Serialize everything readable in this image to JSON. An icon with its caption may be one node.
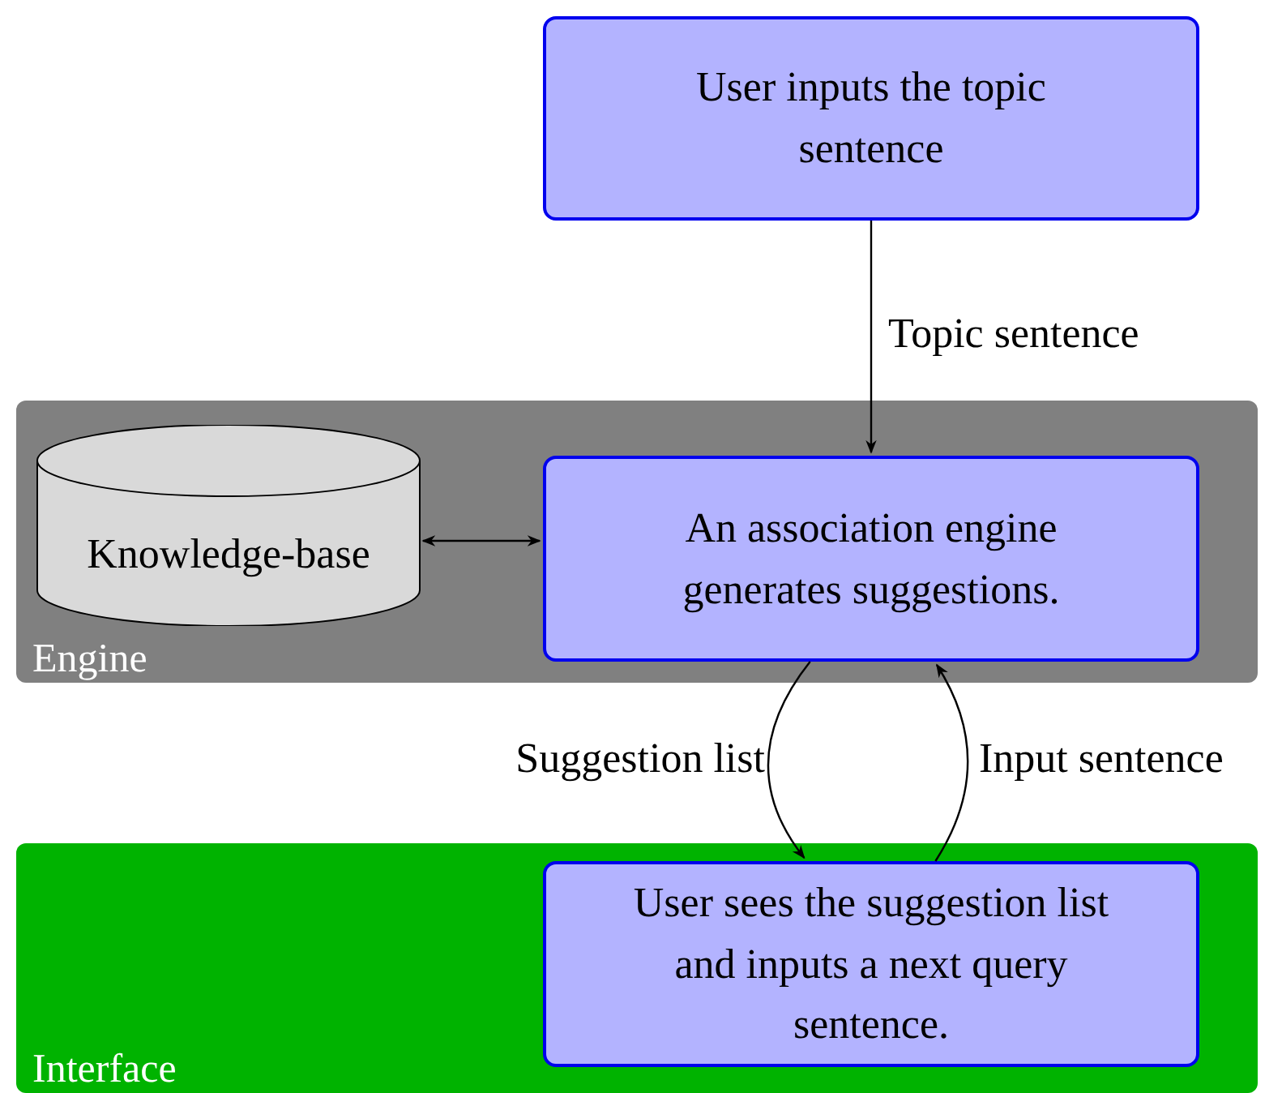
{
  "diagram": {
    "nodes": [
      {
        "text": [
          "User inputs the topic sentence"
        ]
      },
      {
        "text": [
          "Engine"
        ]
      },
      {
        "text": [
          "Knowledge-base"
        ],
        "in": 1
      },
      {
        "text": [
          "An association engine generates suggestions."
        ],
        "in": 1
      },
      {
        "text": [
          "Interface"
        ]
      },
      {
        "text": [
          "User sees the suggestion list and inputs a next query sentence."
        ],
        "in": 4
      }
    ],
    "edges": [
      {
        "from": 0,
        "to": 3,
        "arrow": "to",
        "label": "Topic sentence"
      },
      {
        "from": 2,
        "to": 3,
        "arrow": "both"
      },
      {
        "from": 3,
        "to": 5,
        "arrow": "to",
        "label": "Suggestion list"
      },
      {
        "from": 5,
        "to": 3,
        "arrow": "to",
        "label": "Input sentence"
      }
    ]
  }
}
